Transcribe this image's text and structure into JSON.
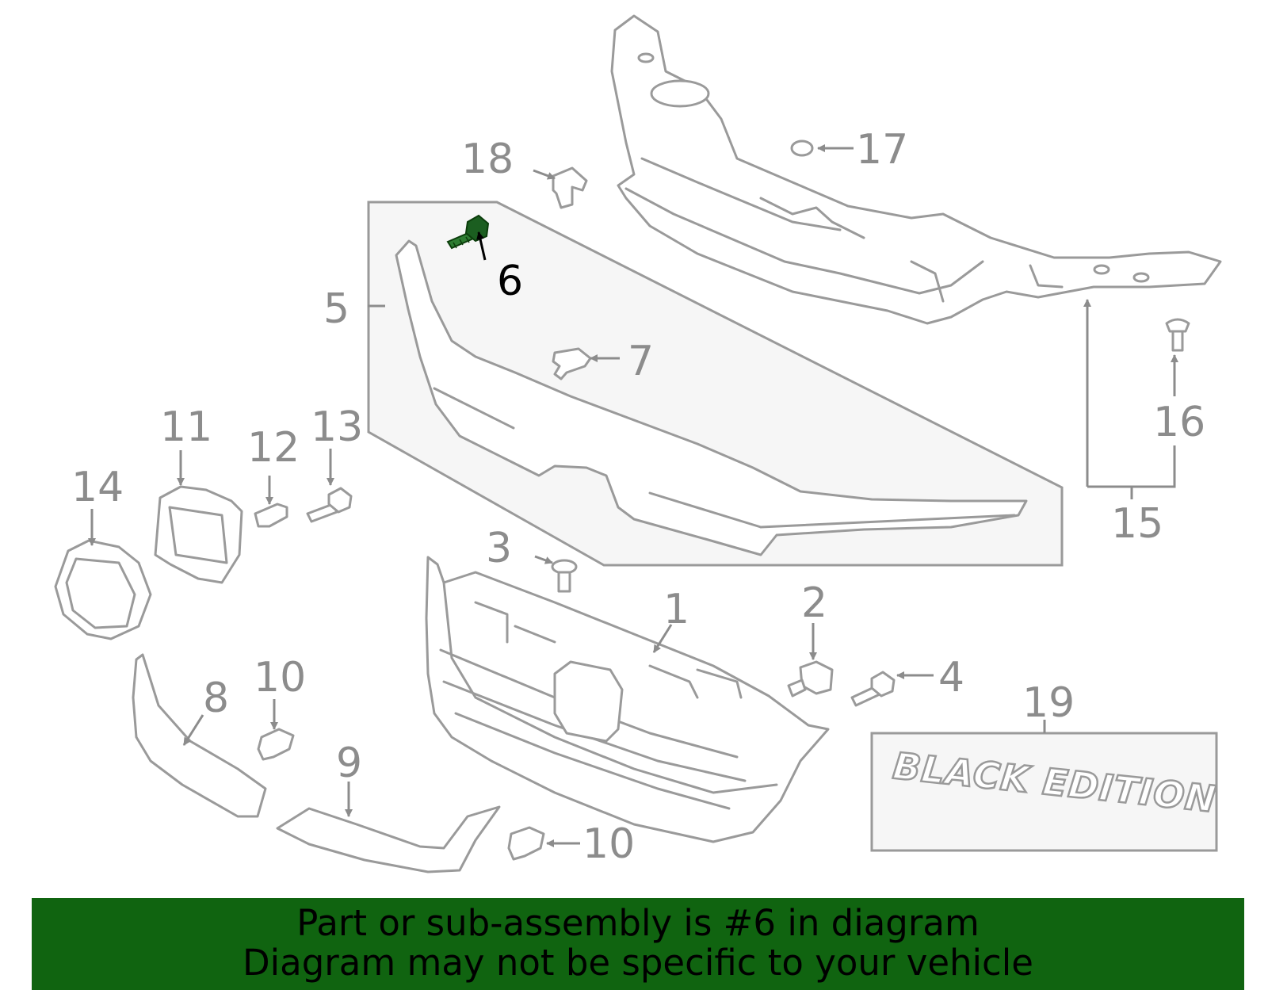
{
  "diagram": {
    "callouts": [
      {
        "id": "c1",
        "text": "1"
      },
      {
        "id": "c2",
        "text": "2"
      },
      {
        "id": "c3",
        "text": "3"
      },
      {
        "id": "c4",
        "text": "4"
      },
      {
        "id": "c5",
        "text": "5"
      },
      {
        "id": "c6",
        "text": "6",
        "highlighted": true
      },
      {
        "id": "c7",
        "text": "7"
      },
      {
        "id": "c8",
        "text": "8"
      },
      {
        "id": "c9",
        "text": "9"
      },
      {
        "id": "c10a",
        "text": "10"
      },
      {
        "id": "c10b",
        "text": "10"
      },
      {
        "id": "c11",
        "text": "11"
      },
      {
        "id": "c12",
        "text": "12"
      },
      {
        "id": "c13",
        "text": "13"
      },
      {
        "id": "c14",
        "text": "14"
      },
      {
        "id": "c15",
        "text": "15"
      },
      {
        "id": "c16",
        "text": "16"
      },
      {
        "id": "c17",
        "text": "17"
      },
      {
        "id": "c18",
        "text": "18"
      },
      {
        "id": "c19",
        "text": "19"
      }
    ],
    "emblem_text": "BLACK EDITION",
    "highlight_color": "#106410"
  },
  "banner": {
    "line1": "Part or sub-assembly is #6 in diagram",
    "line2": "Diagram may not be specific to your vehicle",
    "background": "#106410"
  }
}
